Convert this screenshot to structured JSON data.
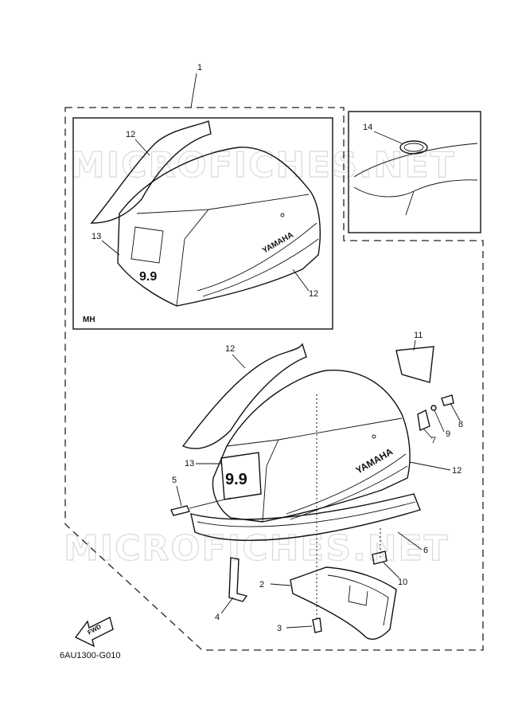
{
  "diagram": {
    "drawing_code": "6AU1300-G010",
    "inset_label": "MH",
    "watermark_text": "MICROFICHES.NET",
    "fwd_label": "FWD",
    "decal_brand": "YAMAHA",
    "decal_hp": "9.9",
    "callouts": {
      "c1": "1",
      "c2": "2",
      "c3": "3",
      "c4": "4",
      "c5": "5",
      "c6": "6",
      "c7": "7",
      "c8": "8",
      "c9": "9",
      "c10": "10",
      "c11": "11",
      "c12a": "12",
      "c12b": "12",
      "c12c": "12",
      "c12d": "12",
      "c13a": "13",
      "c13b": "13",
      "c14": "14"
    }
  }
}
